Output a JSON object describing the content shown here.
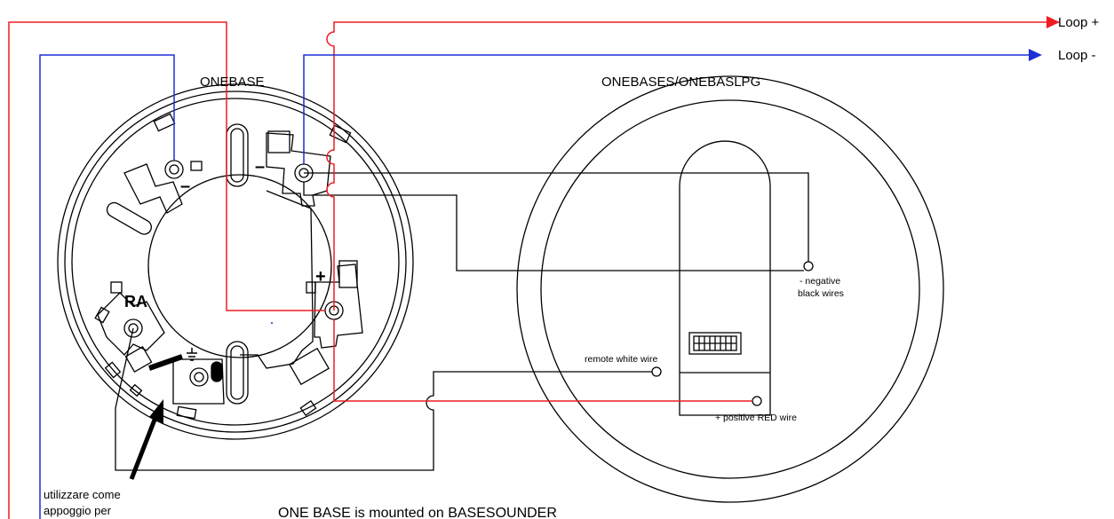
{
  "labels": {
    "loop_plus": "Loop +",
    "loop_minus": "Loop -",
    "onebase": "ONEBASE",
    "onebases": "ONEBASES/ONEBASLPG",
    "negative_line1": "- negative",
    "negative_line2": "black wires",
    "remote": "remote white wire",
    "positive": "+ positive RED wire",
    "note_line1": "utilizzare come",
    "note_line2": "appoggio per",
    "footer": "ONE BASE is mounted on BASESOUNDER",
    "ra": "RA",
    "minus_1": "–",
    "minus_2": "–",
    "plus": "+"
  },
  "colors": {
    "loop_plus": "#ee1c24",
    "loop_minus": "#1f2fd6",
    "outline": "#000000"
  }
}
